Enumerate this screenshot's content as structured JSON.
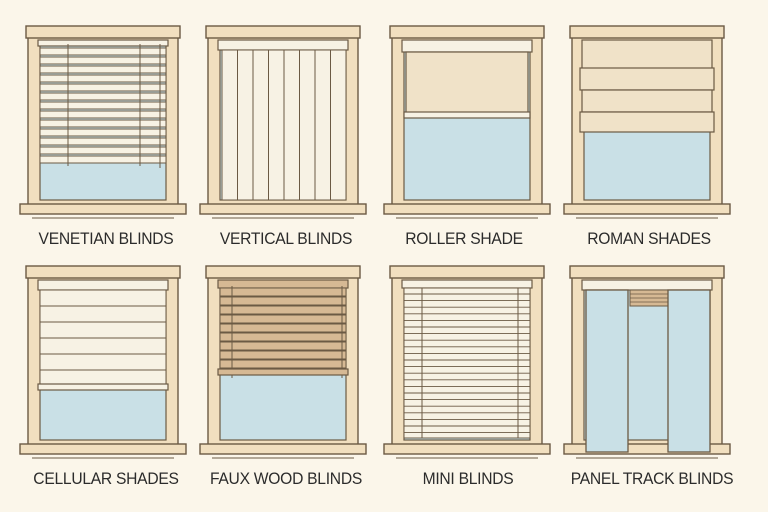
{
  "colors": {
    "background": "#fbf6ea",
    "frame_wood": "#f1dfbf",
    "outline": "#6b5a44",
    "glass": "#c9e0e6",
    "fabric": "#f7f2e4",
    "faux_wood": "#d6b994",
    "roller": "#f0e2c8"
  },
  "items": [
    {
      "label": "VENETIAN BLINDS",
      "icon": "venetian-blinds-window"
    },
    {
      "label": "VERTICAL BLINDS",
      "icon": "vertical-blinds-window"
    },
    {
      "label": "ROLLER SHADE",
      "icon": "roller-shade-window"
    },
    {
      "label": "ROMAN SHADES",
      "icon": "roman-shades-window"
    },
    {
      "label": "CELLULAR SHADES",
      "icon": "cellular-shades-window"
    },
    {
      "label": "FAUX WOOD BLINDS",
      "icon": "faux-wood-blinds-window"
    },
    {
      "label": "MINI BLINDS",
      "icon": "mini-blinds-window"
    },
    {
      "label": "PANEL TRACK BLINDS",
      "icon": "panel-track-blinds-window"
    }
  ]
}
